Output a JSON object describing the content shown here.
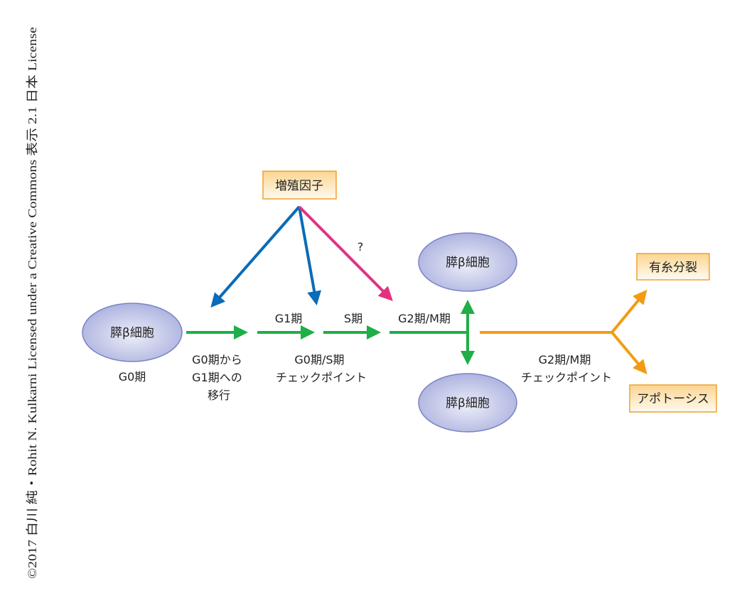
{
  "copyright": "©2017 白川 純・Rohit N. Kulkarni Licensed under a Creative Commons 表示 2.1 日本 License",
  "growth_factor": "増殖因子",
  "question_mark": "?",
  "cells": {
    "g0_cell": "膵β細胞",
    "upper_cell": "膵β細胞",
    "lower_cell": "膵β細胞"
  },
  "labels": {
    "g0_phase": "G0期",
    "g0_to_g1": [
      "G0期から",
      "G1期への",
      "移行"
    ],
    "g1_phase": "G1期",
    "s_phase": "S期",
    "g2m_phase": "G2期/M期",
    "g0s_checkpoint": [
      "G0期/S期",
      "チェックポイント"
    ],
    "g2m_checkpoint": [
      "G2期/M期",
      "チェックポイント"
    ]
  },
  "outcomes": {
    "mitosis": "有糸分裂",
    "apoptosis": "アポトーシス"
  },
  "colors": {
    "green": "#1fae48",
    "blue": "#0a6bb8",
    "pink": "#e2327f",
    "orange": "#f39c12",
    "cell_fill": "#c6c9ea",
    "cell_stroke": "#7b83c6"
  }
}
